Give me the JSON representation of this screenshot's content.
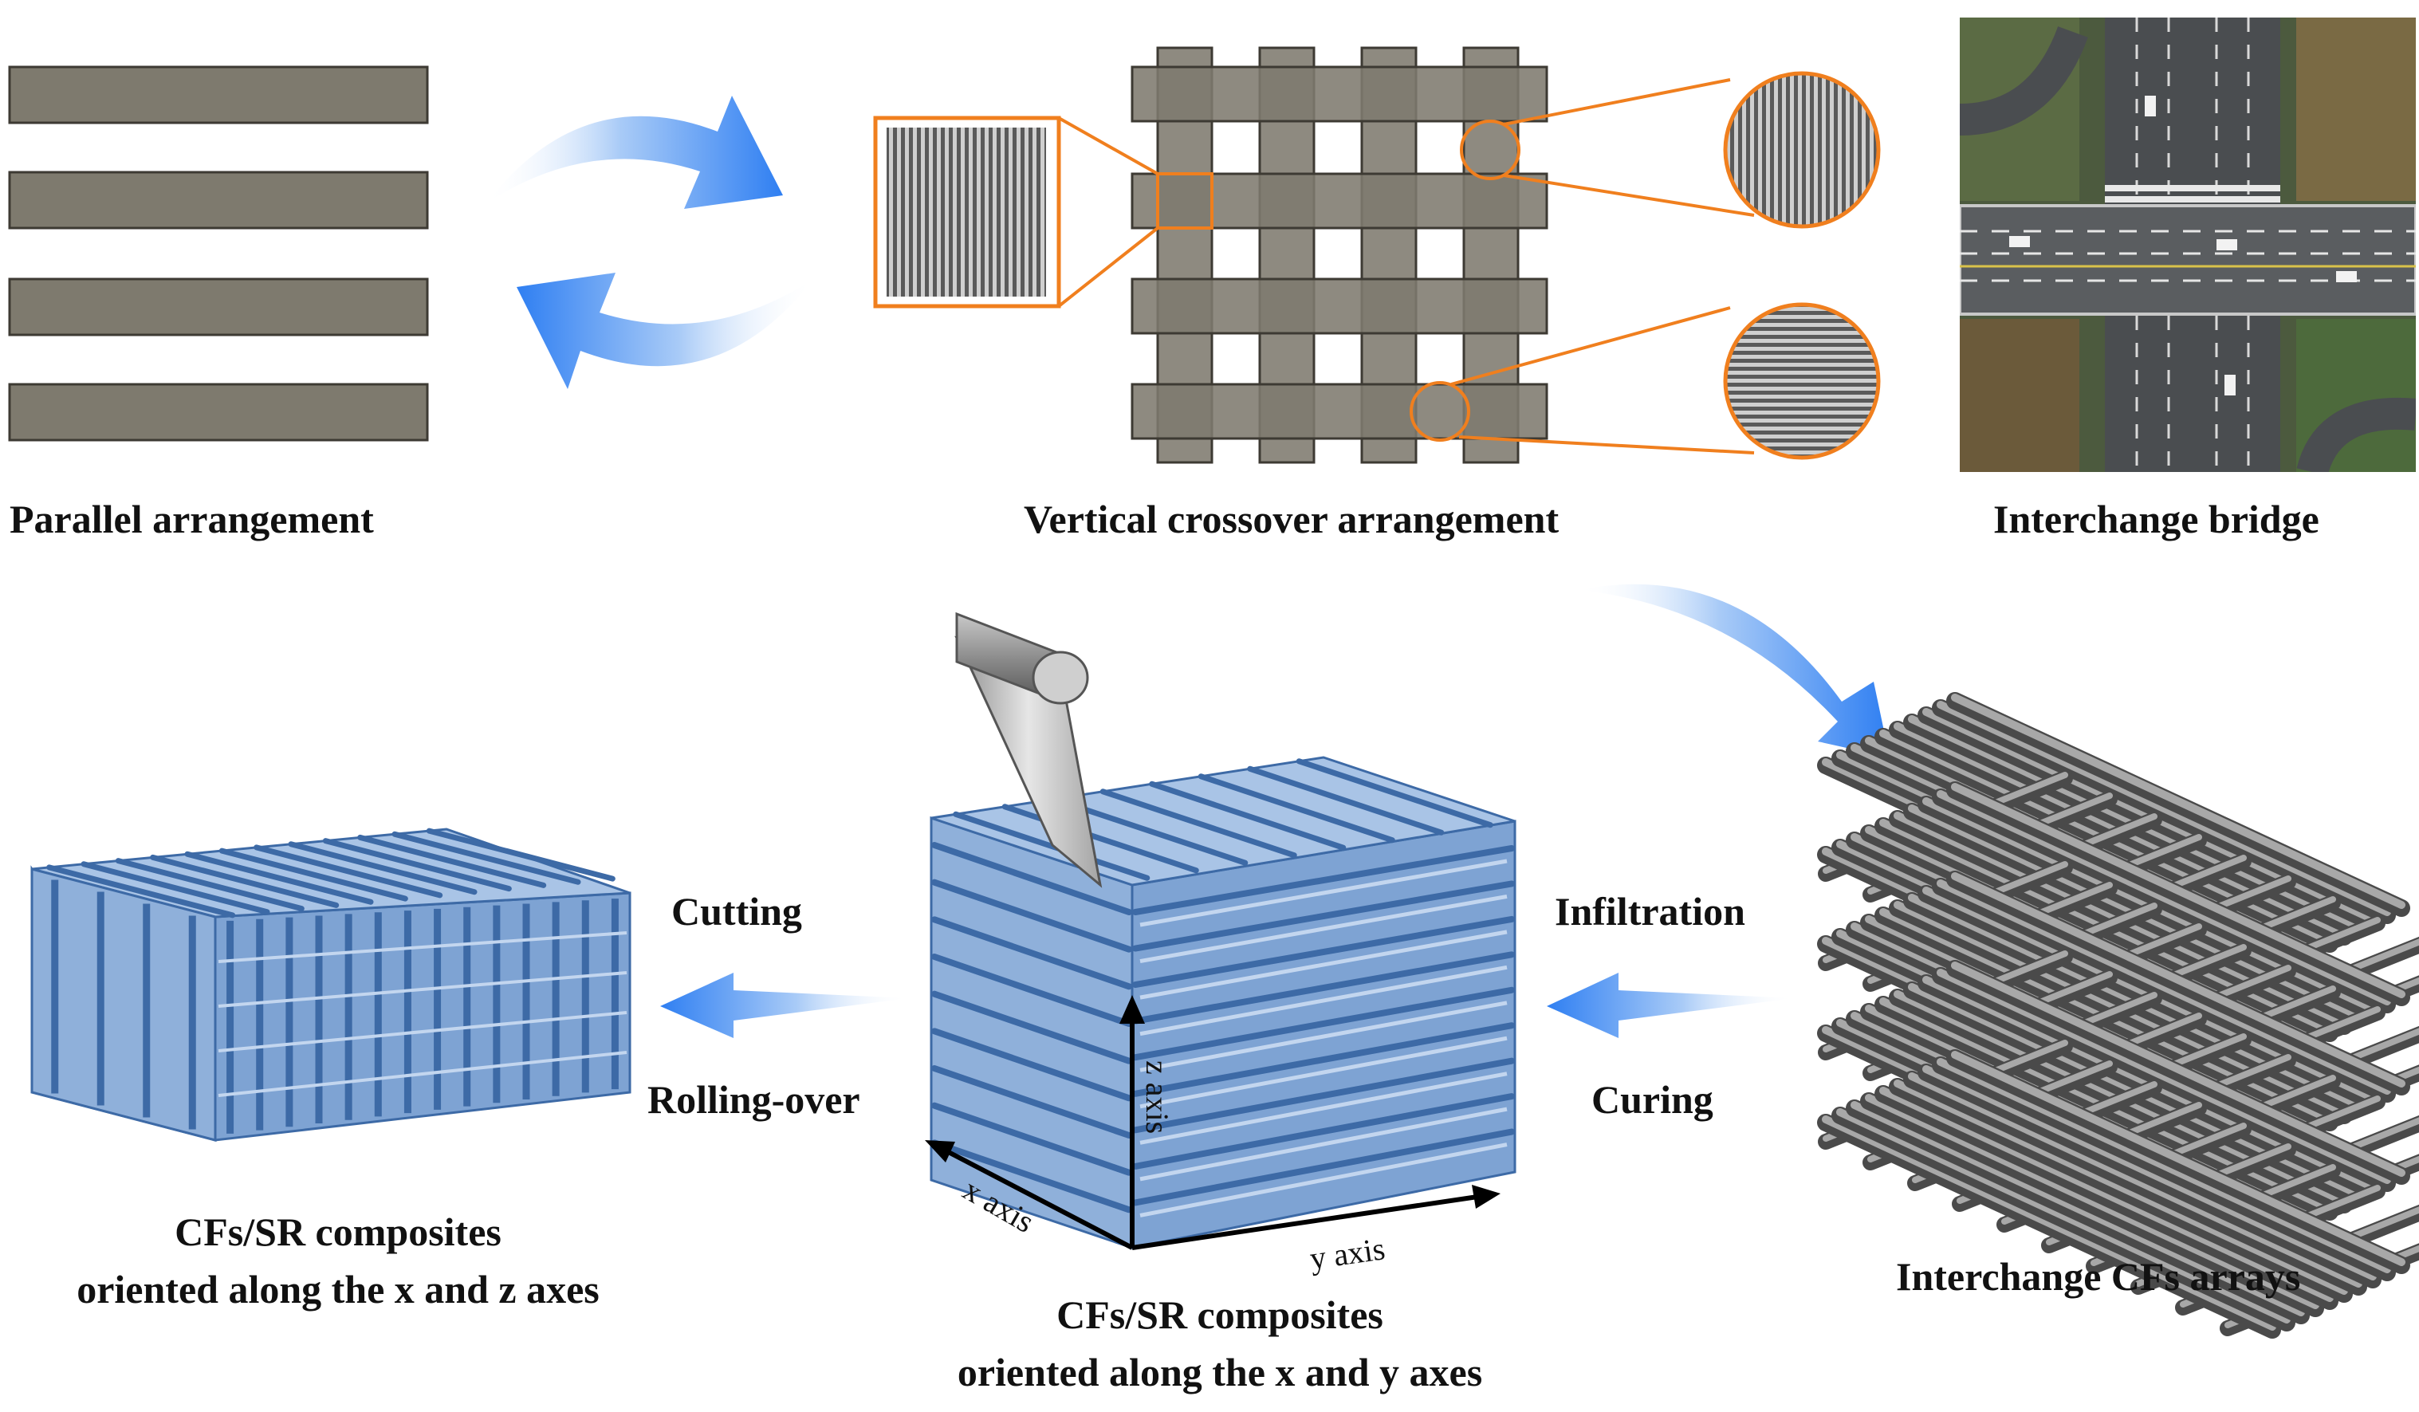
{
  "labels": {
    "parallel": "Parallel arrangement",
    "crossover": "Vertical crossover arrangement",
    "bridge": "Interchange bridge",
    "cutting": "Cutting",
    "rolling": "Rolling-over",
    "infiltration": "Infiltration",
    "curing": "Curing",
    "xz_line1": "CFs/SR composites",
    "xz_line2": "oriented along the x and z axes",
    "xy_line1": "CFs/SR composites",
    "xy_line2": "oriented along the x and y axes",
    "cf_arrays": "Interchange CFs arrays"
  },
  "axes": {
    "x": "x axis",
    "y": "y axis",
    "z": "z axis"
  },
  "colors": {
    "fiber_gray": "#7e7a6e",
    "fiber_edge": "#3d3a33",
    "orange": "#f07f1e",
    "blue_composite": "#7fa6d6",
    "blue_dark": "#3d6aa6",
    "arrow_blue": "#3a86f2",
    "rod_gray": "#8a8a8a"
  }
}
